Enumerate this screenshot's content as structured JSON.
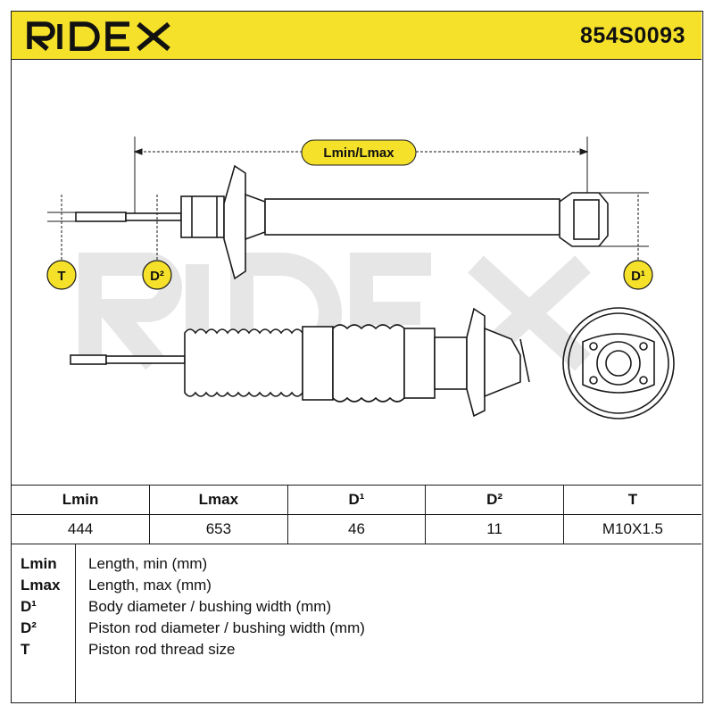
{
  "header": {
    "brand": "RIDEX",
    "part_number": "854S0093"
  },
  "drawing": {
    "dimension_label": "Lmin/Lmax",
    "markers": {
      "t": "T",
      "d2": "D²",
      "d1": "D¹"
    },
    "watermark": "RIDEX"
  },
  "colors": {
    "accent_yellow": "#f5e12a",
    "line_black": "#1a1a1a",
    "watermark_grey": "#e6e6e6"
  },
  "spec_table": {
    "headers": [
      "Lmin",
      "Lmax",
      "D¹",
      "D²",
      "T"
    ],
    "values": [
      "444",
      "653",
      "46",
      "11",
      "M10X1.5"
    ]
  },
  "legend": {
    "items": [
      {
        "key": "Lmin",
        "desc": "Length, min (mm)"
      },
      {
        "key": "Lmax",
        "desc": "Length, max (mm)"
      },
      {
        "key": "D¹",
        "desc": "Body diameter / bushing width (mm)"
      },
      {
        "key": "D²",
        "desc": "Piston rod diameter / bushing width (mm)"
      },
      {
        "key": "T",
        "desc": "Piston rod thread size"
      }
    ]
  }
}
